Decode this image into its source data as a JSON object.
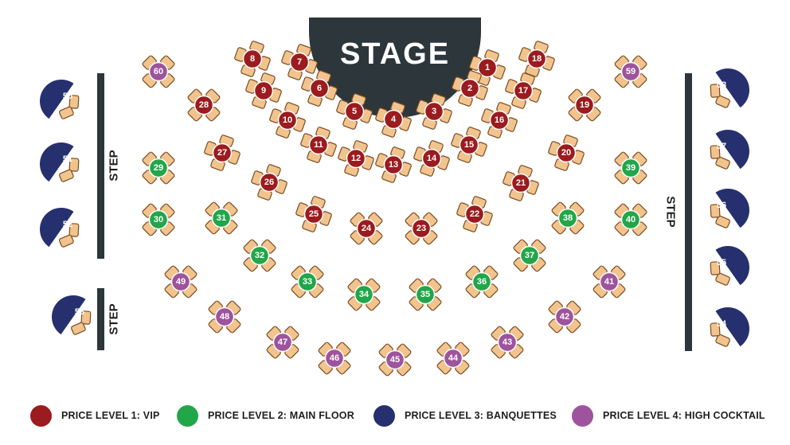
{
  "stage_label": "STAGE",
  "step_labels": [
    "STEP",
    "STEP",
    "STEP"
  ],
  "colors": {
    "vip": "#9b1b1f",
    "main_floor": "#22a64a",
    "banquettes": "#27306e",
    "high_cocktail": "#9d549c",
    "chair": "#f2c48d",
    "chair_outline": "#7a4a22",
    "stage": "#2d363b",
    "step_bar": "#2d363b"
  },
  "legend": [
    {
      "label": "PRICE LEVEL 1: VIP",
      "level": "vip"
    },
    {
      "label": "PRICE LEVEL 2: MAIN FLOOR",
      "level": "main_floor"
    },
    {
      "label": "PRICE LEVEL 3: BANQUETTES",
      "level": "banquettes"
    },
    {
      "label": "PRICE LEVEL 4: HIGH COCKTAIL",
      "level": "high_cocktail"
    }
  ],
  "tables": [
    {
      "n": "1",
      "level": "vip"
    },
    {
      "n": "2",
      "level": "vip"
    },
    {
      "n": "3",
      "level": "vip"
    },
    {
      "n": "4",
      "level": "vip"
    },
    {
      "n": "5",
      "level": "vip"
    },
    {
      "n": "6",
      "level": "vip"
    },
    {
      "n": "7",
      "level": "vip"
    },
    {
      "n": "8",
      "level": "vip"
    },
    {
      "n": "9",
      "level": "vip"
    },
    {
      "n": "10",
      "level": "vip"
    },
    {
      "n": "11",
      "level": "vip"
    },
    {
      "n": "12",
      "level": "vip"
    },
    {
      "n": "13",
      "level": "vip"
    },
    {
      "n": "14",
      "level": "vip"
    },
    {
      "n": "15",
      "level": "vip"
    },
    {
      "n": "16",
      "level": "vip"
    },
    {
      "n": "17",
      "level": "vip"
    },
    {
      "n": "18",
      "level": "vip"
    },
    {
      "n": "19",
      "level": "vip"
    },
    {
      "n": "20",
      "level": "vip"
    },
    {
      "n": "21",
      "level": "vip"
    },
    {
      "n": "22",
      "level": "vip"
    },
    {
      "n": "23",
      "level": "vip"
    },
    {
      "n": "24",
      "level": "vip"
    },
    {
      "n": "25",
      "level": "vip"
    },
    {
      "n": "26",
      "level": "vip"
    },
    {
      "n": "27",
      "level": "vip"
    },
    {
      "n": "28",
      "level": "vip"
    },
    {
      "n": "29",
      "level": "main_floor"
    },
    {
      "n": "30",
      "level": "main_floor"
    },
    {
      "n": "31",
      "level": "main_floor"
    },
    {
      "n": "32",
      "level": "main_floor"
    },
    {
      "n": "33",
      "level": "main_floor"
    },
    {
      "n": "34",
      "level": "main_floor"
    },
    {
      "n": "35",
      "level": "main_floor"
    },
    {
      "n": "36",
      "level": "main_floor"
    },
    {
      "n": "37",
      "level": "main_floor"
    },
    {
      "n": "38",
      "level": "main_floor"
    },
    {
      "n": "39",
      "level": "main_floor"
    },
    {
      "n": "40",
      "level": "main_floor"
    },
    {
      "n": "41",
      "level": "high_cocktail"
    },
    {
      "n": "42",
      "level": "high_cocktail"
    },
    {
      "n": "43",
      "level": "high_cocktail"
    },
    {
      "n": "44",
      "level": "high_cocktail"
    },
    {
      "n": "45",
      "level": "high_cocktail"
    },
    {
      "n": "46",
      "level": "high_cocktail"
    },
    {
      "n": "47",
      "level": "high_cocktail"
    },
    {
      "n": "48",
      "level": "high_cocktail"
    },
    {
      "n": "49",
      "level": "high_cocktail"
    },
    {
      "n": "50",
      "level": "banquettes"
    },
    {
      "n": "51",
      "level": "banquettes"
    },
    {
      "n": "52",
      "level": "banquettes"
    },
    {
      "n": "53",
      "level": "banquettes"
    },
    {
      "n": "54",
      "level": "banquettes"
    },
    {
      "n": "55",
      "level": "banquettes"
    },
    {
      "n": "56",
      "level": "banquettes"
    },
    {
      "n": "57",
      "level": "banquettes"
    },
    {
      "n": "58",
      "level": "banquettes"
    },
    {
      "n": "59",
      "level": "high_cocktail"
    },
    {
      "n": "60",
      "level": "high_cocktail"
    }
  ]
}
